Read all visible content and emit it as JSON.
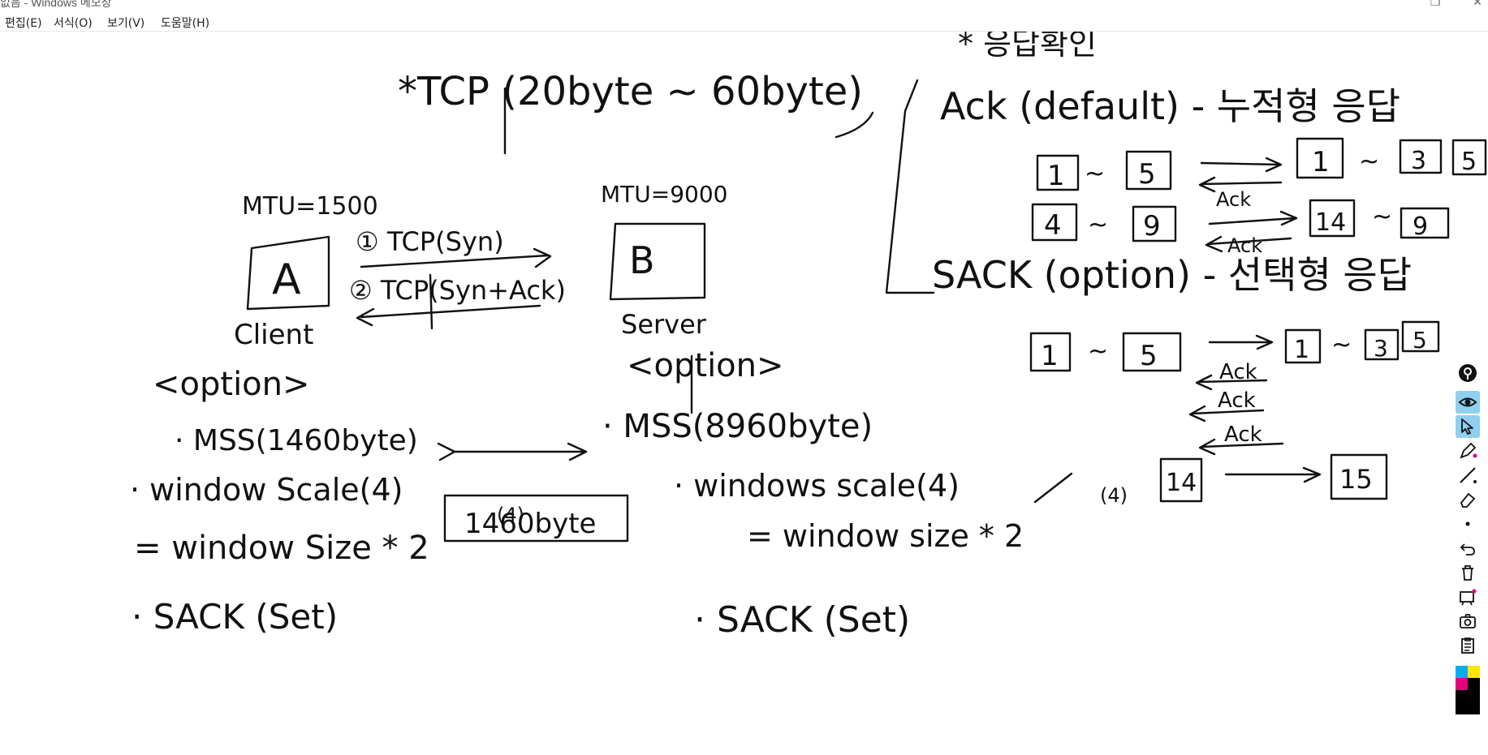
{
  "window": {
    "title": "없음 - Windows 메모장",
    "restore_glyph": "❐",
    "close_glyph": "✕"
  },
  "menu": {
    "items": [
      {
        "label": "편집(E)"
      },
      {
        "label": "서식(O)"
      },
      {
        "label": "보기(V)"
      },
      {
        "label": "도움말(H)"
      }
    ]
  },
  "ink": {
    "response_title": "* 응답확인",
    "tcp_title": "*TCP (20byte ~ 60byte)",
    "mtu_a": "MTU=1500",
    "mtu_b": "MTU=9000",
    "node_a": "A",
    "node_b": "B",
    "client_label": "Client",
    "server_label": "Server",
    "step1": "① TCP(Syn)",
    "step2": "② TCP(Syn+Ack)",
    "option_left": "<option>",
    "option_right": "<option>",
    "mss_left": "· MSS(1460byte)",
    "mss_right": "· MSS(8960byte)",
    "winscale_left": "· window Scale(4)",
    "winscale_right": "· windows scale(4)",
    "box_1460": "1460byte",
    "winsize_left": "= window Size * 2",
    "winsize_left_exp": "(4)",
    "winsize_right": "= window size * 2",
    "winsize_right_exp": "(4)",
    "sack_left": "· SACK (Set)",
    "sack_right": "· SACK (Set)",
    "ack_default": "Ack (default) - 누적형 응답",
    "sack_option": "SACK (option) - 선택형 응답",
    "num_1": "1",
    "num_5": "5",
    "num_3": "3",
    "num_4": "4",
    "num_9": "9",
    "num_14": "14",
    "num_15": "15",
    "tilde": "~",
    "ack_label": "Ack"
  },
  "toolbar": {
    "tools": [
      {
        "name": "pin-icon"
      },
      {
        "name": "eye-icon"
      },
      {
        "name": "pointer-icon"
      },
      {
        "name": "pen-icon"
      },
      {
        "name": "line-icon"
      },
      {
        "name": "eraser-icon"
      },
      {
        "name": "dot-icon"
      },
      {
        "name": "undo-icon"
      },
      {
        "name": "trash-icon"
      },
      {
        "name": "board-icon"
      },
      {
        "name": "camera-icon"
      },
      {
        "name": "clipboard-icon"
      }
    ],
    "colors": [
      "#00aeef",
      "#ffe600",
      "#e6007e",
      "#000000"
    ],
    "active_tool_bg": "#8fd0f0"
  }
}
